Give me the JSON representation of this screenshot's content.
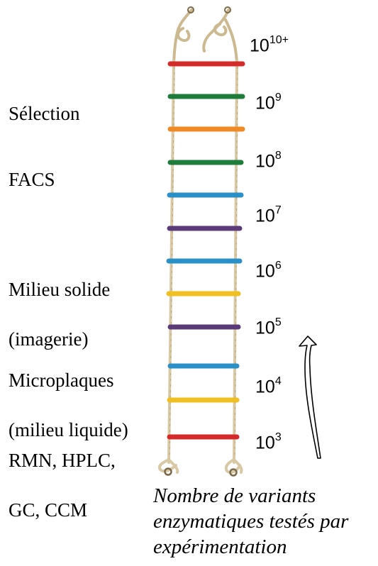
{
  "methods": [
    {
      "lines": [
        "Sélection"
      ]
    },
    {
      "lines": [
        "FACS"
      ]
    },
    {
      "lines": [
        "Milieu solide",
        "(imagerie)"
      ]
    },
    {
      "lines": [
        "Microplaques",
        "(milieu liquide)"
      ]
    },
    {
      "lines": [
        "RMN, HPLC,",
        "GC, CCM"
      ]
    }
  ],
  "powers": [
    {
      "base": "10",
      "exp": "10+"
    },
    {
      "base": "10",
      "exp": "9"
    },
    {
      "base": "10",
      "exp": "8"
    },
    {
      "base": "10",
      "exp": "7"
    },
    {
      "base": "10",
      "exp": "6"
    },
    {
      "base": "10",
      "exp": "5"
    },
    {
      "base": "10",
      "exp": "4"
    },
    {
      "base": "10",
      "exp": "3"
    }
  ],
  "caption": {
    "line1": "Nombre de variants",
    "line2": "enzymatiques testés par",
    "line3": "expérimentation"
  },
  "rung_colors": [
    "#d42a2a",
    "#1f7d3c",
    "#f08a24",
    "#1f7d3c",
    "#2a90c8",
    "#5b3a78",
    "#2a90c8",
    "#f0c020",
    "#5b3a78",
    "#2a90c8",
    "#f0c020",
    "#d42a2a"
  ]
}
